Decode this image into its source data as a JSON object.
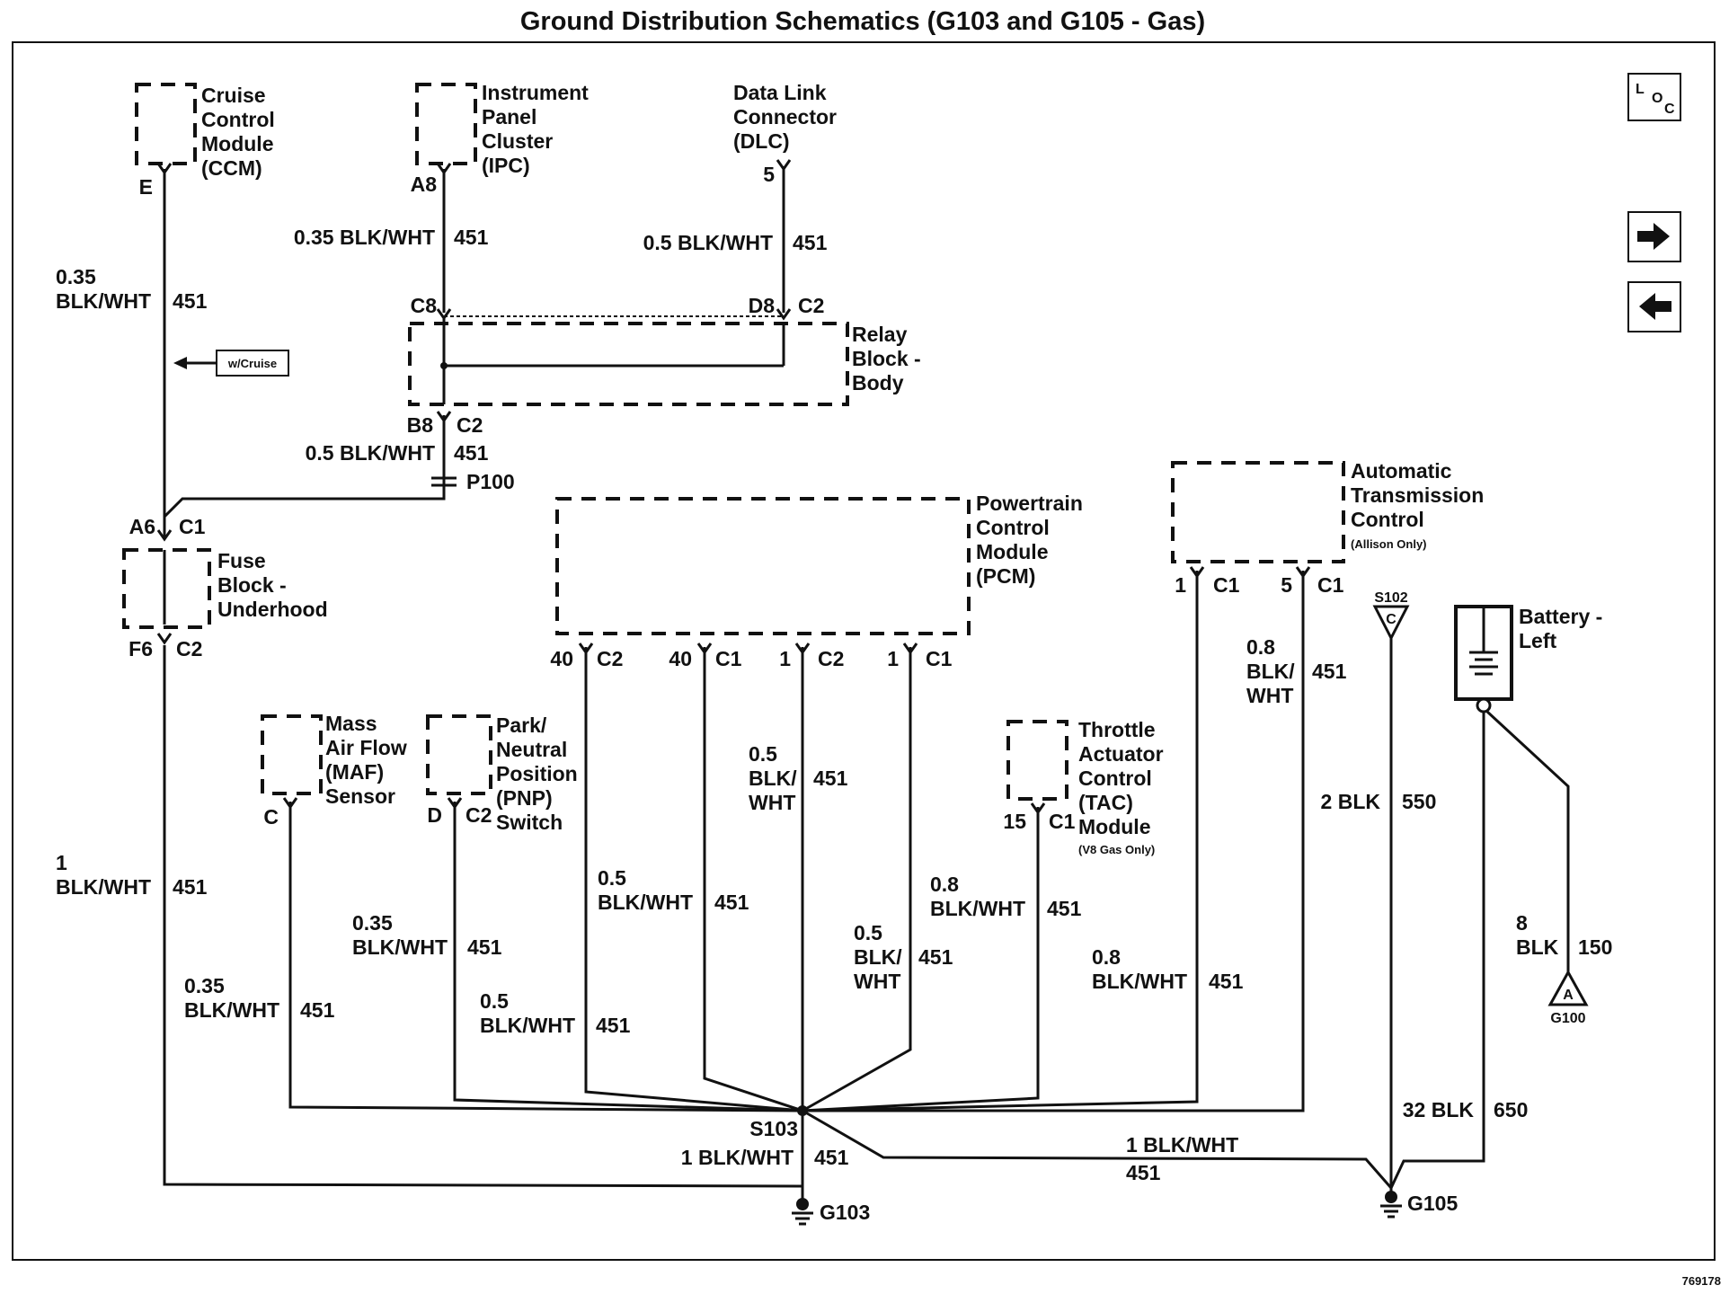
{
  "title": "Ground Distribution Schematics (G103 and G105 - Gas)",
  "doc_number": "769178",
  "nav": {
    "loc": "LOC",
    "forward": "forward-arrow-icon",
    "back": "back-arrow-icon"
  },
  "components": {
    "ccm": [
      "Cruise",
      "Control",
      "Module",
      "(CCM)"
    ],
    "ipc": [
      "Instrument",
      "Panel",
      "Cluster",
      "(IPC)"
    ],
    "dlc": [
      "Data Link",
      "Connector",
      "(DLC)"
    ],
    "relay": [
      "Relay",
      "Block -",
      "Body"
    ],
    "fuse": [
      "Fuse",
      "Block -",
      "Underhood"
    ],
    "pcm": [
      "Powertrain",
      "Control",
      "Module",
      "(PCM)"
    ],
    "atc": [
      "Automatic",
      "Transmission",
      "Control"
    ],
    "atc_note": "(Allison Only)",
    "maf": [
      "Mass",
      "Air Flow",
      "(MAF)",
      "Sensor"
    ],
    "pnp": [
      "Park/",
      "Neutral",
      "Position",
      "(PNP)",
      "Switch"
    ],
    "tac": [
      "Throttle",
      "Actuator",
      "Control",
      "(TAC)",
      "Module"
    ],
    "tac_note": "(V8 Gas Only)",
    "battery": [
      "Battery -",
      "Left"
    ]
  },
  "pins": {
    "ccm_e": "E",
    "ipc_a8": "A8",
    "dlc_5": "5",
    "relay_c8": "C8",
    "relay_d8": "D8",
    "relay_c2_top": "C2",
    "relay_b8": "B8",
    "relay_c2_bot": "C2",
    "fuse_a6": "A6",
    "fuse_c1": "C1",
    "fuse_f6": "F6",
    "fuse_c2": "C2",
    "pcm_40a": "40",
    "pcm_c2a": "C2",
    "pcm_40b": "40",
    "pcm_c1a": "C1",
    "pcm_1a": "1",
    "pcm_c2b": "C2",
    "pcm_1b": "1",
    "pcm_c1b": "C1",
    "atc_1": "1",
    "atc_c1a": "C1",
    "atc_5": "5",
    "atc_c1b": "C1",
    "maf_c": "C",
    "pnp_d": "D",
    "pnp_c2": "C2",
    "tac_15": "15",
    "tac_c1": "C1"
  },
  "wires": {
    "ccm_size": "0.35",
    "ccm_color": "BLK/WHT",
    "ccm_circuit": "451",
    "ipc": "0.35 BLK/WHT",
    "ipc_circuit": "451",
    "dlc": "0.5 BLK/WHT",
    "dlc_circuit": "451",
    "relay_out": "0.5 BLK/WHT",
    "relay_out_circuit": "451",
    "fuse_out_size": "1",
    "fuse_out_color": "BLK/WHT",
    "fuse_out_circuit": "451",
    "maf_size": "0.35",
    "maf_color": "BLK/WHT",
    "maf_circuit": "451",
    "pnp_size": "0.35",
    "pnp_color": "BLK/WHT",
    "pnp_circuit": "451",
    "pnp2_size": "0.5",
    "pnp2_color": "BLK/WHT",
    "pnp2_circuit": "451",
    "pcm1_size": "0.5",
    "pcm1_color": "BLK/WHT",
    "pcm1_circuit": "451",
    "pcm3_size": "0.5",
    "pcm3_c1": "BLK/",
    "pcm3_c2": "WHT",
    "pcm3_circuit": "451",
    "pcm3b_size": "0.5",
    "pcm3b_c1": "BLK/",
    "pcm3b_c2": "WHT",
    "pcm3b_circuit": "451",
    "pcm4_size": "0.8",
    "pcm4_color": "BLK/WHT",
    "pcm4_circuit": "451",
    "atc1_size": "0.8",
    "atc1_color": "BLK/WHT",
    "atc1_circuit": "451",
    "atc5_size": "0.8",
    "atc5_c1": "BLK/",
    "atc5_c2": "WHT",
    "atc5_circuit": "451",
    "s102": "2 BLK",
    "s102_circuit": "550",
    "g105_top": "32 BLK",
    "g105_top_circuit": "650",
    "bat_size": "8",
    "bat_color": "BLK",
    "bat_circuit": "150",
    "s103_out": "1 BLK/WHT",
    "s103_out_circuit": "451",
    "to_g105": "1 BLK/WHT",
    "to_g105_circuit": "451"
  },
  "splices": {
    "s103": "S103",
    "s102": "S102",
    "s102_pin": "C",
    "p100": "P100"
  },
  "grounds": {
    "g103": "G103",
    "g105": "G105",
    "g100": "G100",
    "g100_pin": "A"
  },
  "option_tag": "w/Cruise"
}
